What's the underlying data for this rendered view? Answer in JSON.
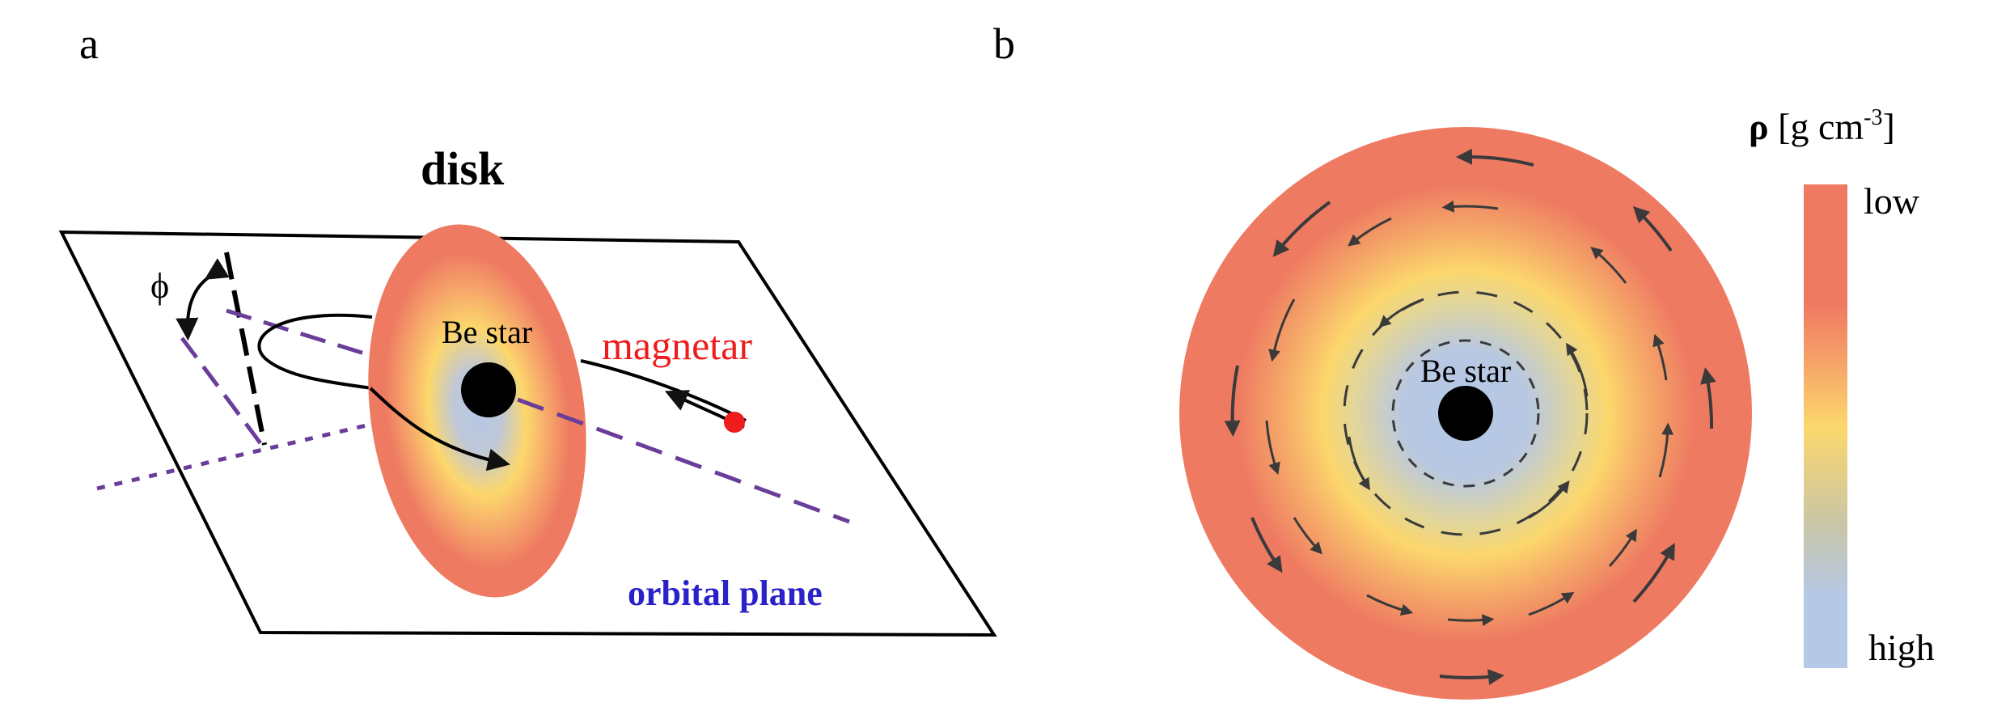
{
  "panel_a": {
    "label": "a",
    "disk_label": "disk",
    "star_label": "Be star",
    "magnetar_label": "magnetar",
    "plane_label": "orbital plane",
    "angle_label": "ϕ"
  },
  "panel_b": {
    "label": "b",
    "star_label": "Be star",
    "colorbar": {
      "symbol": "ρ",
      "unit": "[g cm",
      "exponent": "-3",
      "unit_close": "]",
      "low_label": "low",
      "high_label": "high"
    }
  },
  "colors": {
    "disk_outer": "#ee7a62",
    "disk_mid": "#fcd76c",
    "disk_inner": "#b5c8e6",
    "magnetar": "#ee1c1c",
    "plane_label": "#2a22c8",
    "dashed_line": "#6a3d9a"
  }
}
